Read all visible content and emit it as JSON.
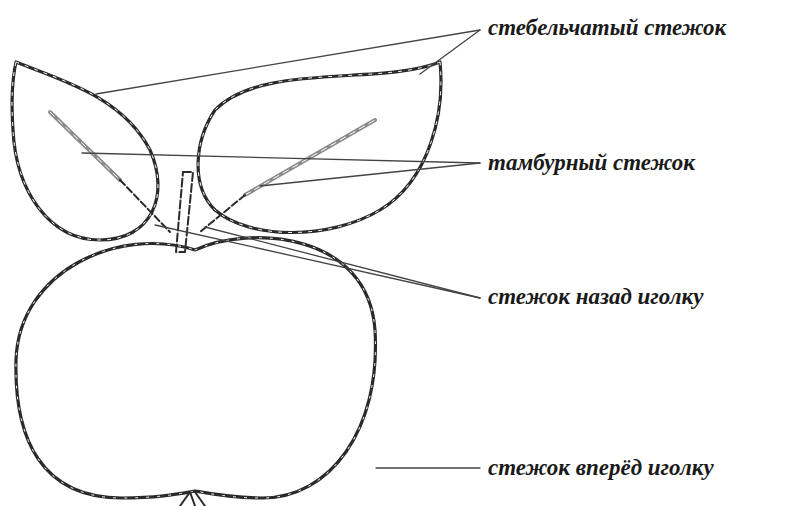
{
  "diagram": {
    "labels": [
      "стебельчатый стежок",
      "тамбурный стежок",
      "стежок назад иголку",
      "стежок вперёд иголку"
    ]
  }
}
